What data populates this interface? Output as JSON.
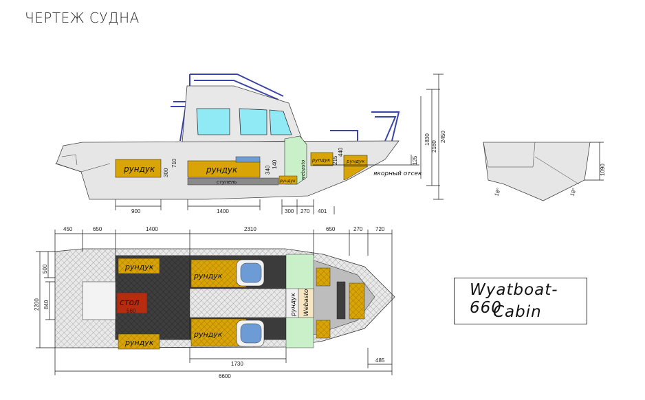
{
  "title": "ЧЕРТЕЖ СУДНА",
  "model": {
    "name": "Wyatboat-660",
    "variant": "Cabin"
  },
  "side_view": {
    "labels": {
      "chest_aft": "рундук",
      "chest_mid": "рундук",
      "chest_fwd1": "рундук",
      "chest_fwd2": "рундук",
      "chest_small": "рундук",
      "step": "ступень",
      "webasto": "webasto",
      "anchor_locker": "якорный отсек"
    },
    "dims": {
      "d900": "900",
      "d1400": "1400",
      "d300": "300",
      "d270": "270",
      "d401": "401",
      "d300v": "300",
      "d710": "710",
      "d340": "340",
      "d140": "140",
      "d215": "215",
      "d440": "440",
      "d125": "125",
      "d1830": "1830",
      "d2160": "2160",
      "d2450": "2450"
    }
  },
  "section_view": {
    "dims": {
      "h1090": "1090",
      "a18l": "18°",
      "a18r": "18°"
    }
  },
  "plan_view": {
    "labels": {
      "chest_tl": "рундук",
      "chest_bl": "рундук",
      "chest_seat_t": "рундук",
      "chest_seat_b": "рундук",
      "chest_center": "рундук",
      "webasto": "Webasto",
      "table": "стол",
      "table_size": "560"
    },
    "dims": {
      "d450": "450",
      "d650a": "650",
      "d1400": "1400",
      "d2310": "2310",
      "d650b": "650",
      "d270": "270",
      "d720": "720",
      "d500": "500",
      "d840": "840",
      "d2200": "2200",
      "d1730": "1730",
      "d485": "485",
      "d6600": "6600"
    }
  },
  "colors": {
    "chest": "#d9a406",
    "hull": "#e6e6e6",
    "glass": "#8feaf6",
    "webasto": "#c9f0c9",
    "seat": "#6d9bd6",
    "table": "#b72b0f",
    "rail": "#3a44a8"
  }
}
